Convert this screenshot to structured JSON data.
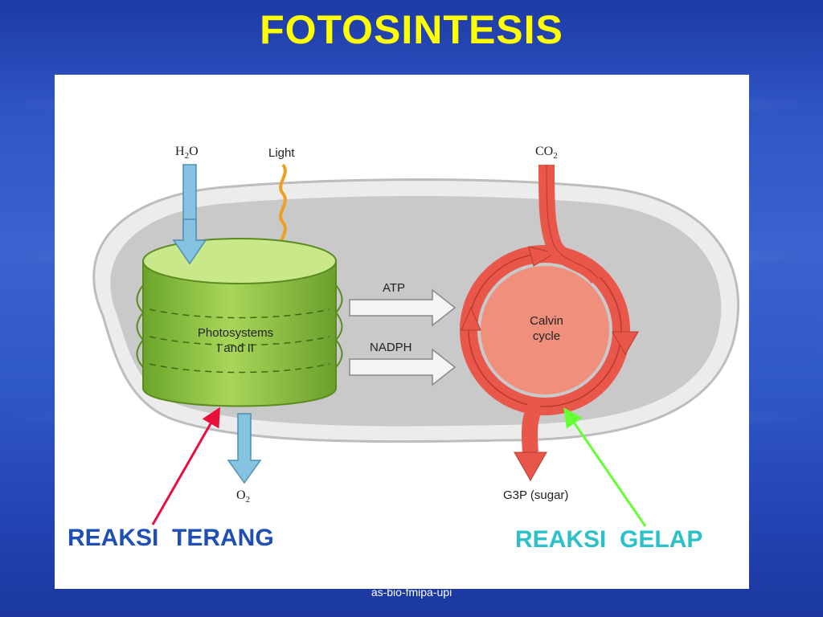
{
  "slide": {
    "title": "FOTOSINTESIS",
    "footer": "as-bio-fmipa-upi"
  },
  "diagram": {
    "inputs": {
      "water": "H2O",
      "light": "Light",
      "co2": "CO2"
    },
    "outputs": {
      "oxygen": "O2",
      "sugar": "G3P (sugar)"
    },
    "photosystems": {
      "line1": "Photosystems",
      "line2": "I and II"
    },
    "calvin": {
      "line1": "Calvin",
      "line2": "cycle"
    },
    "carriers": {
      "atp": "ATP",
      "nadph": "NADPH"
    },
    "labels": {
      "light_reaction": "REAKSI  TERANG",
      "dark_reaction": "REAKSI  GELAP"
    }
  },
  "colors": {
    "title": "#ffff00",
    "light_reaction": "#1f4fb5",
    "dark_reaction": "#2cc0c8",
    "chloroplast_fill": "#c9c9c9",
    "photosystem_green": "#8cc63f",
    "calvin_fill": "#f0907c",
    "calvin_arrow": "#e8574a",
    "water_arrow": "#86c3e0",
    "light_arrow": "#f0a020",
    "pointer_red": "#e8103a",
    "pointer_green": "#66ff33"
  }
}
